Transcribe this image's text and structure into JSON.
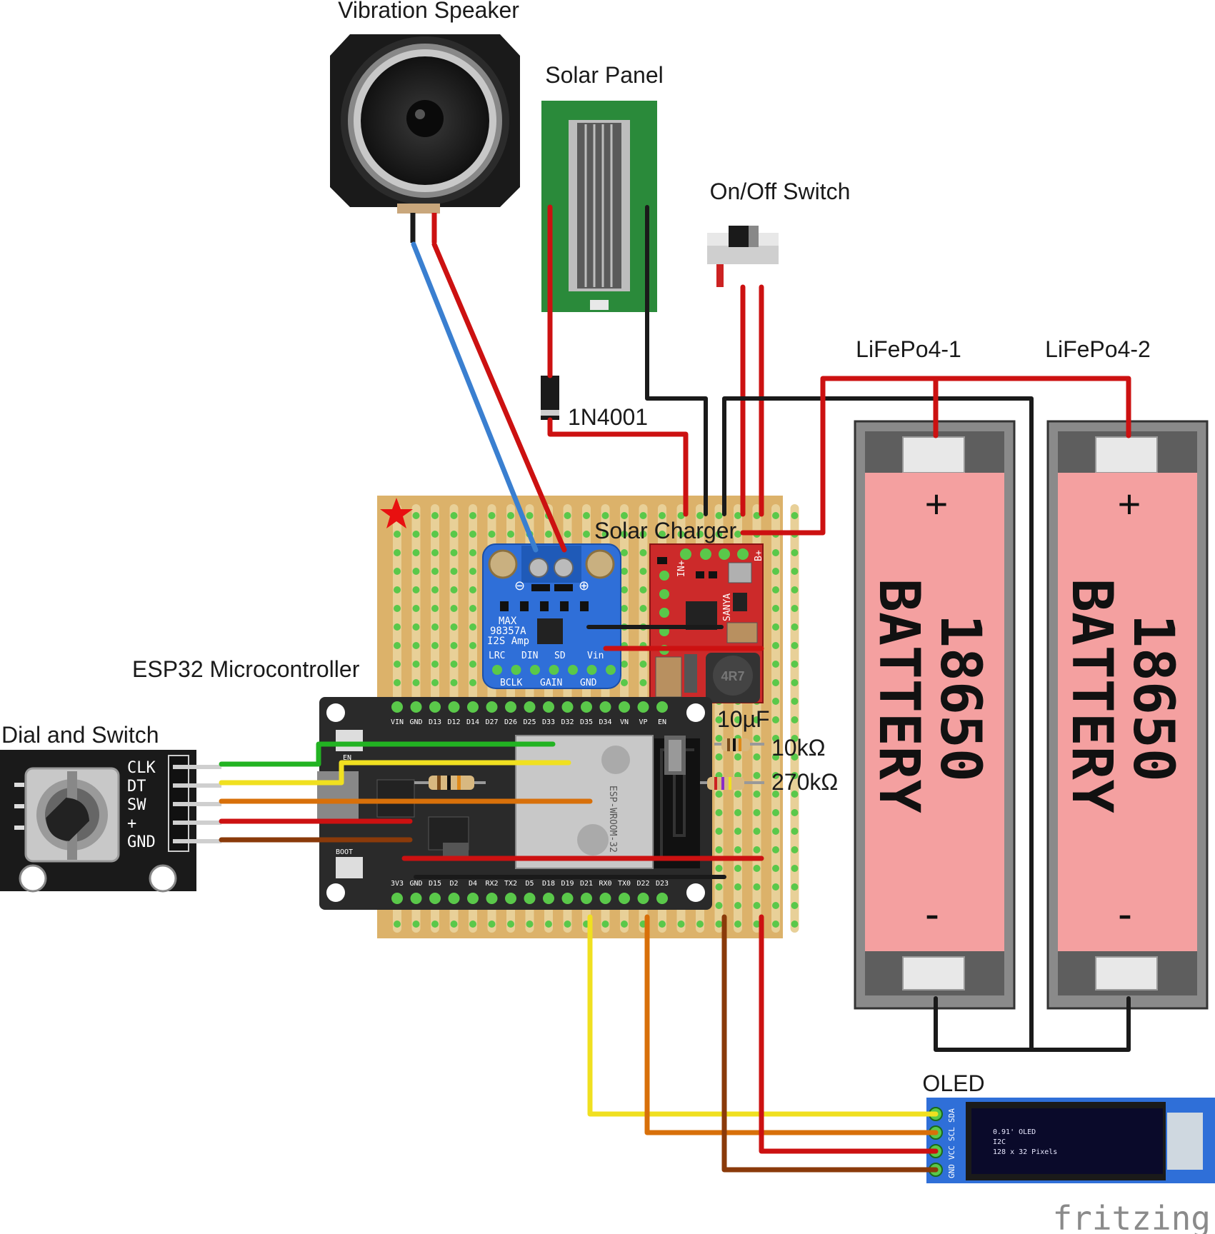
{
  "labels": {
    "speaker": "Vibration Speaker",
    "solar_panel": "Solar Panel",
    "switch": "On/Off Switch",
    "battery1": "LiFePo4-1",
    "battery2": "LiFePo4-2",
    "diode": "1N4001",
    "charger": "Solar Charger",
    "esp32": "ESP32 Microcontroller",
    "dial": "Dial and Switch",
    "capacitor": "10µF",
    "r1": "10kΩ",
    "r2": "270kΩ",
    "oled": "OLED"
  },
  "battery": {
    "model": "18650",
    "word": "BATTERY",
    "plus": "+",
    "minus": "-"
  },
  "amp": {
    "line1": "MAX",
    "line2": "98357A",
    "line3": "I2S Amp",
    "pins_top": [
      "LRC",
      "DIN",
      "SD",
      "Vin"
    ],
    "pins_bottom": [
      "BCLK",
      "GAIN",
      "GND"
    ]
  },
  "charger_chip": {
    "inductor": "4R7",
    "marking": "SANYA",
    "pin_in": "IN+",
    "pin_b": "B+"
  },
  "esp32_board": {
    "top_pins": [
      "VIN",
      "GND",
      "D13",
      "D12",
      "D14",
      "D27",
      "D26",
      "D25",
      "D33",
      "D32",
      "D35",
      "D34",
      "VN",
      "VP",
      "EN"
    ],
    "bottom_pins": [
      "3V3",
      "GND",
      "D15",
      "D2",
      "D4",
      "RX2",
      "TX2",
      "D5",
      "D18",
      "D19",
      "D21",
      "RX0",
      "TX0",
      "D22",
      "D23"
    ],
    "module": "ESP-WROOM-32",
    "btn_en": "EN",
    "btn_boot": "BOOT"
  },
  "encoder": {
    "pins": [
      "CLK",
      "DT",
      "SW",
      "+",
      "GND"
    ]
  },
  "oled_module": {
    "pins": [
      "SDA",
      "SCL",
      "VCC",
      "GND"
    ],
    "screen_line1": "0.91' OLED",
    "screen_line2": "I2C",
    "screen_line3": "128 x 32 Pixels"
  },
  "watermark": "fritzing",
  "colors": {
    "wire_red": "#cc1111",
    "wire_black": "#1a1a1a",
    "wire_blue": "#3a7fd0",
    "wire_yellow": "#f0e020",
    "wire_orange": "#d8700a",
    "wire_brown": "#8a3a0a",
    "wire_green": "#22b322",
    "stripboard": "#dcb26a",
    "battery_cell": "#f4a0a0",
    "amp_board": "#2f6fd8",
    "charger_board": "#cc2a2a",
    "esp32_board": "#2a2a2a"
  }
}
